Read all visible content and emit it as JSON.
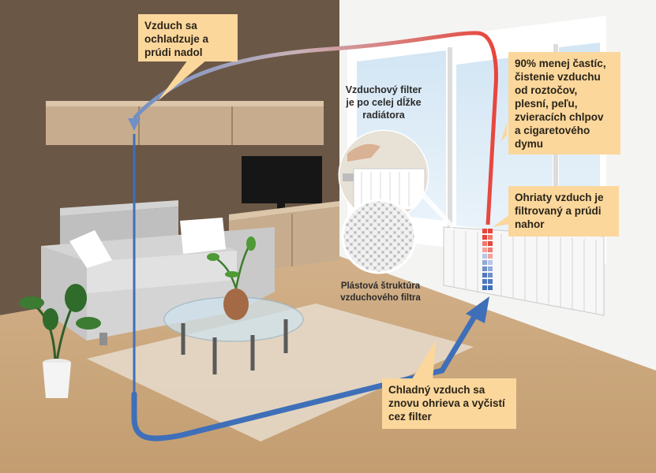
{
  "callouts": {
    "cool_air": [
      "Vzduch sa",
      "ochladzuje a",
      "prúdi nadol"
    ],
    "particles": [
      "90% menej častíc,",
      "čistenie vzduchu",
      "od roztočov,",
      "plesní, peľu,",
      "zvieracích chlpov",
      "a cigaretového",
      "dymu"
    ],
    "heated_air": [
      "Ohriaty  vzduch je",
      "filtrovaný a prúdi",
      "nahor"
    ],
    "cold_air": [
      "Chladný vzduch sa",
      "znovu ohrieva a vyčistí",
      "cez filter"
    ]
  },
  "labels": {
    "filter_length": [
      "Vzduchový filter",
      "je po celej dĺžke",
      "radiátora"
    ],
    "filter_structure": [
      "Plástová  štruktúra",
      "vzduchového filtra"
    ]
  },
  "colors": {
    "callout_bg": "#fbd79c",
    "warm_air": "#e8453c",
    "cold_air": "#3f6fb8",
    "wall_dark": "#6b5746",
    "floor": "#c9a57a"
  }
}
